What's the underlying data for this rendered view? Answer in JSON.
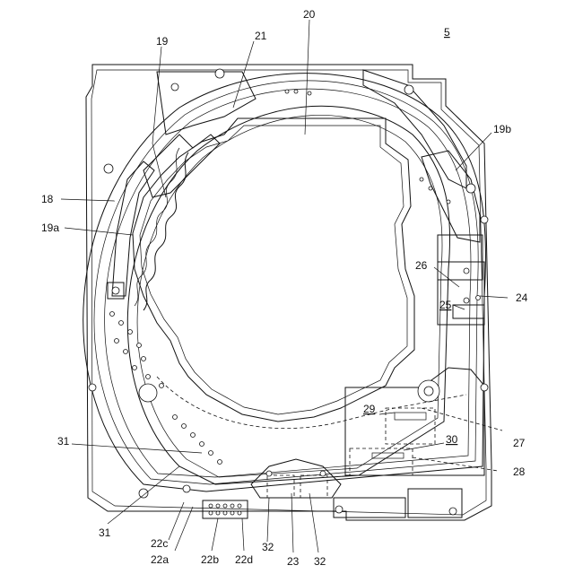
{
  "figure": {
    "figure_number": "5",
    "labels": {
      "l20": "20",
      "l21": "21",
      "l19": "19",
      "l19b": "19b",
      "l18": "18",
      "l19a": "19a",
      "l26": "26",
      "l24": "24",
      "l25": "25",
      "l29": "29",
      "l30": "30",
      "l27": "27",
      "l28": "28",
      "l31a": "31",
      "l31b": "31",
      "l22c": "22c",
      "l22a": "22a",
      "l22b": "22b",
      "l22d": "22d",
      "l32a": "32",
      "l23": "23",
      "l32b": "32"
    }
  }
}
